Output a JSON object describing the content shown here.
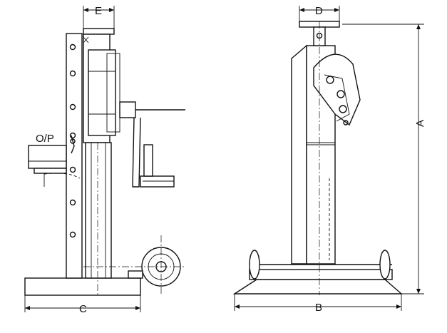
{
  "labels": {
    "e": "E",
    "c": "C",
    "op": "O/P",
    "d": "D",
    "a": "A",
    "b": "B"
  }
}
